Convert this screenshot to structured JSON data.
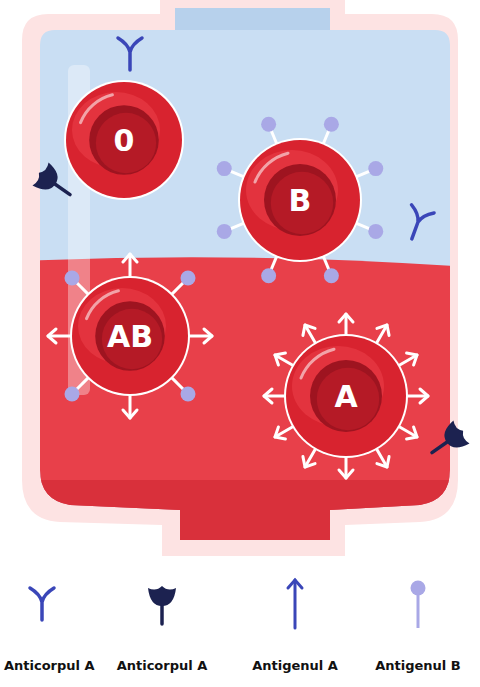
{
  "diagram": {
    "nodes": [
      {
        "text": [
          "0"
        ]
      },
      {
        "text": [
          "B"
        ]
      },
      {
        "text": [
          "AB"
        ]
      },
      {
        "text": [
          "A"
        ]
      }
    ],
    "legend": [
      {
        "text": "Anticorpul A"
      },
      {
        "text": "Anticorpul A"
      },
      {
        "text": "Antigenul A"
      },
      {
        "text": "Antigenul B"
      }
    ]
  }
}
